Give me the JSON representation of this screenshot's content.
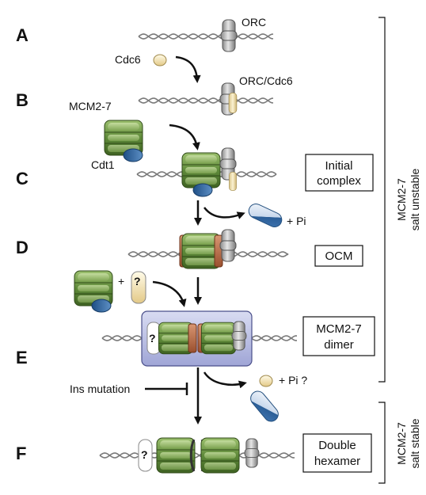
{
  "steps": [
    "A",
    "B",
    "C",
    "D",
    "E",
    "F"
  ],
  "labels": {
    "orc": "ORC",
    "cdc6": "Cdc6",
    "orc_cdc6": "ORC/Cdc6",
    "mcm": "MCM2-7",
    "cdt1": "Cdt1",
    "pi": "+ Pi",
    "pi_question": "+ Pi ?",
    "plus": "+",
    "question": "?",
    "ins_mutation": "Ins mutation"
  },
  "boxes": {
    "initial": [
      "Initial",
      "complex"
    ],
    "ocm": [
      "OCM"
    ],
    "dimer": [
      "MCM2-7",
      "dimer"
    ],
    "double": [
      "Double",
      "hexamer"
    ]
  },
  "brackets": {
    "unstable": [
      "MCM2-7",
      "salt unstable"
    ],
    "stable": [
      "MCM2-7",
      "salt stable"
    ]
  }
}
